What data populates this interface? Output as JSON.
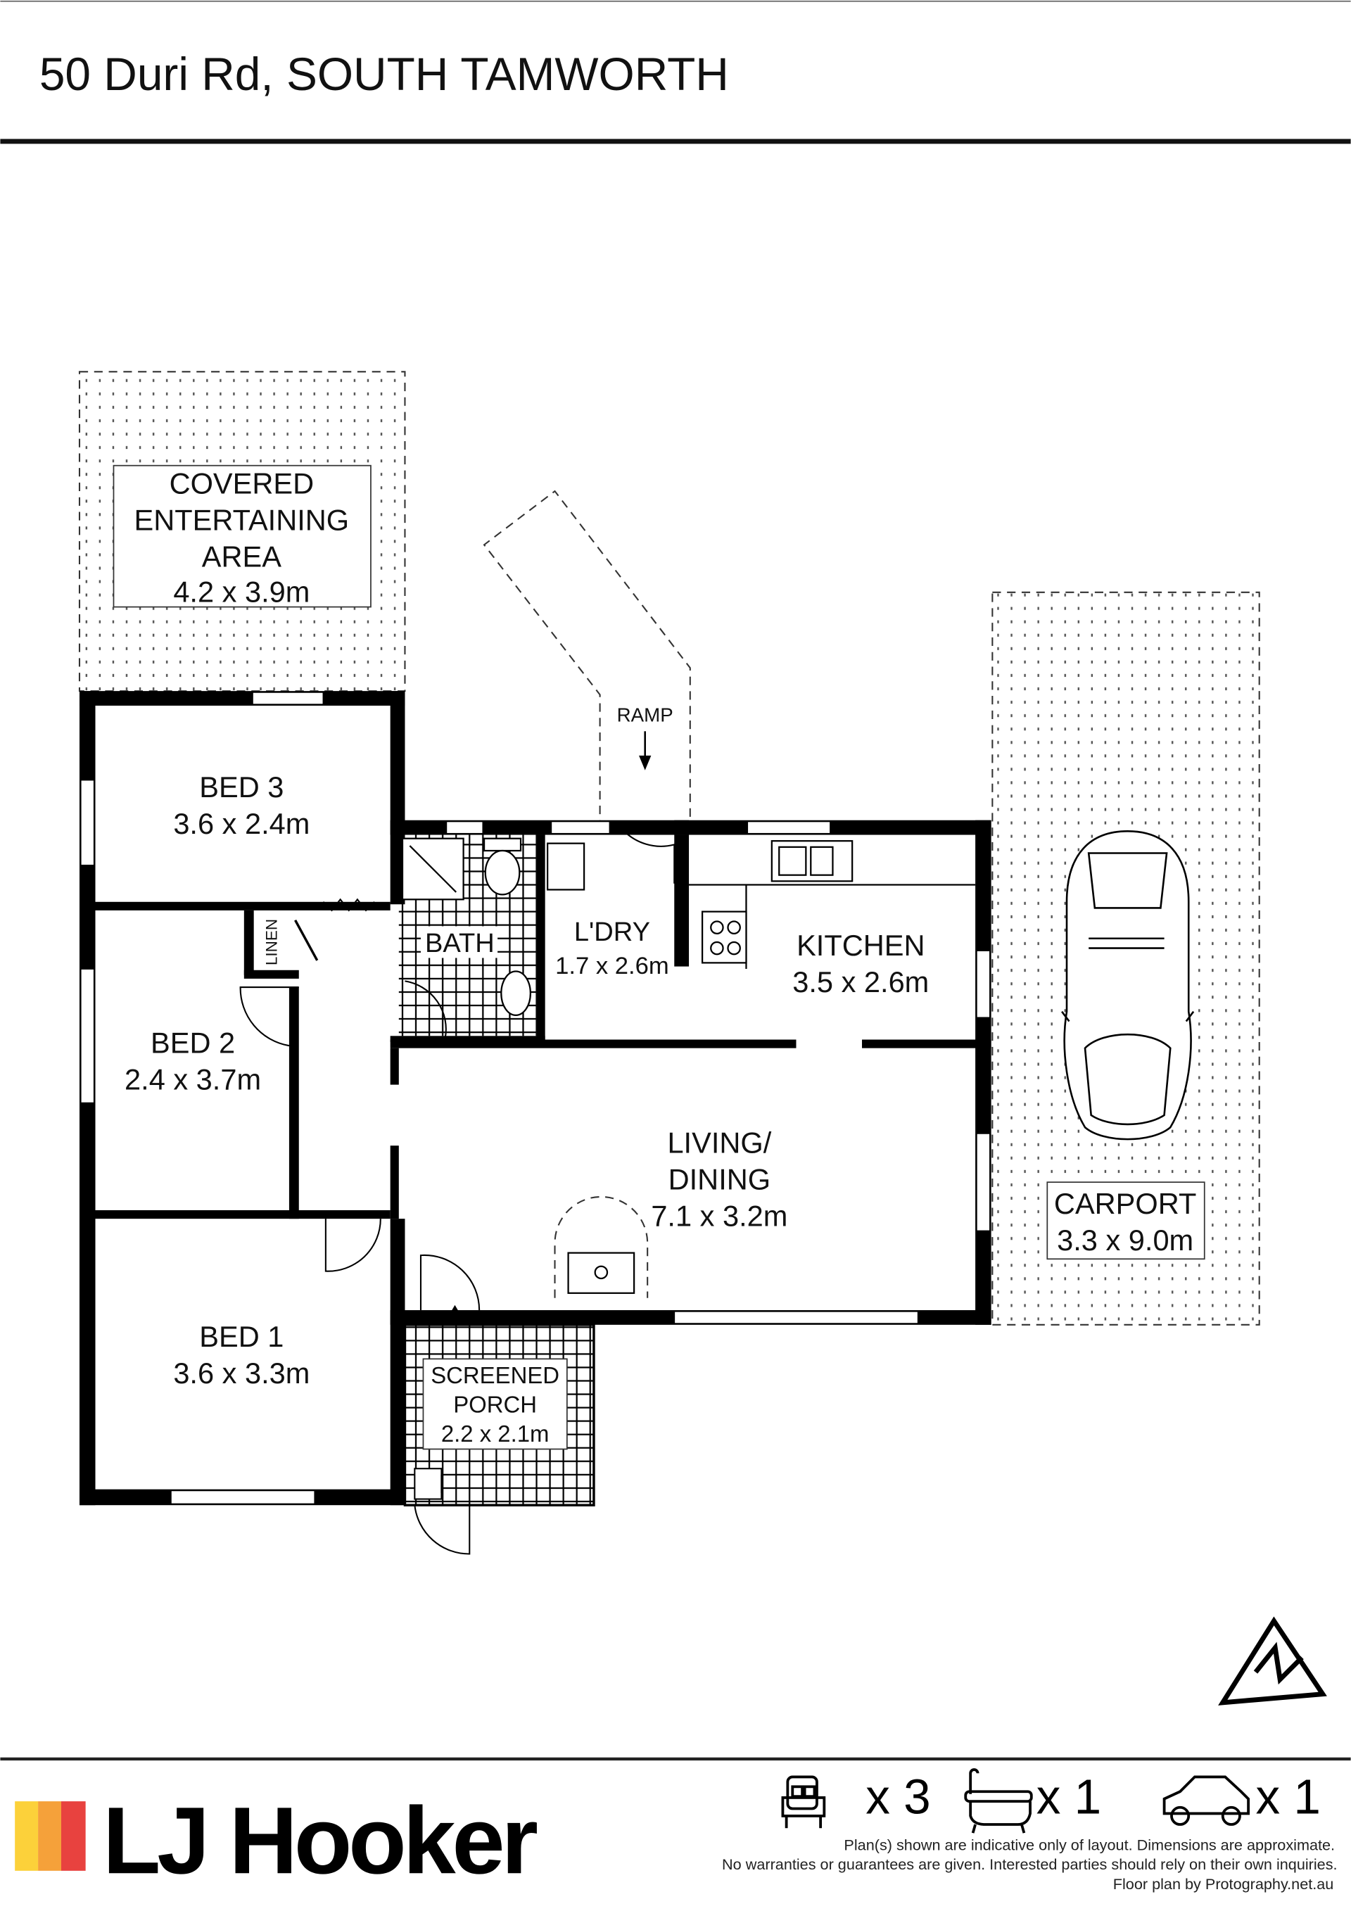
{
  "header": {
    "title": "50 Duri Rd, SOUTH TAMWORTH"
  },
  "rooms": {
    "covered": {
      "lines": [
        "COVERED",
        "ENTERTAINING",
        "AREA"
      ],
      "size": "4.2 x 3.9m"
    },
    "bed3": {
      "name": "BED 3",
      "size": "3.6 x 2.4m"
    },
    "bed2": {
      "name": "BED 2",
      "size": "2.4 x 3.7m"
    },
    "bed1": {
      "name": "BED 1",
      "size": "3.6 x 3.3m"
    },
    "bath": {
      "name": "BATH"
    },
    "linen": {
      "name": "LINEN"
    },
    "laundry": {
      "name": "L'DRY",
      "size": "1.7 x 2.6m"
    },
    "kitchen": {
      "name": "KITCHEN",
      "size": "3.5 x 2.6m"
    },
    "living": {
      "lines": [
        "LIVING/",
        "DINING"
      ],
      "size": "7.1 x 3.2m"
    },
    "porch": {
      "lines": [
        "SCREENED",
        "PORCH"
      ],
      "size": "2.2 x 2.1m"
    },
    "carport": {
      "name": "CARPORT",
      "size": "3.3 x 9.0m"
    },
    "ramp": {
      "name": "RAMP"
    }
  },
  "footer": {
    "brand": "LJ Hooker",
    "brand_colors": [
      "#fcd13a",
      "#f5a13a",
      "#e8423f"
    ],
    "features": [
      {
        "icon": "bed-icon",
        "count": "x 3"
      },
      {
        "icon": "bathtub-icon",
        "count": "x 1"
      },
      {
        "icon": "car-icon",
        "count": "x 1"
      }
    ],
    "disclaimer": [
      "Plan(s) shown are indicative only of layout. Dimensions are approximate.",
      "No warranties or guarantees are given. Interested parties should rely on their own inquiries.",
      "Floor plan by Protography.net.au"
    ]
  }
}
